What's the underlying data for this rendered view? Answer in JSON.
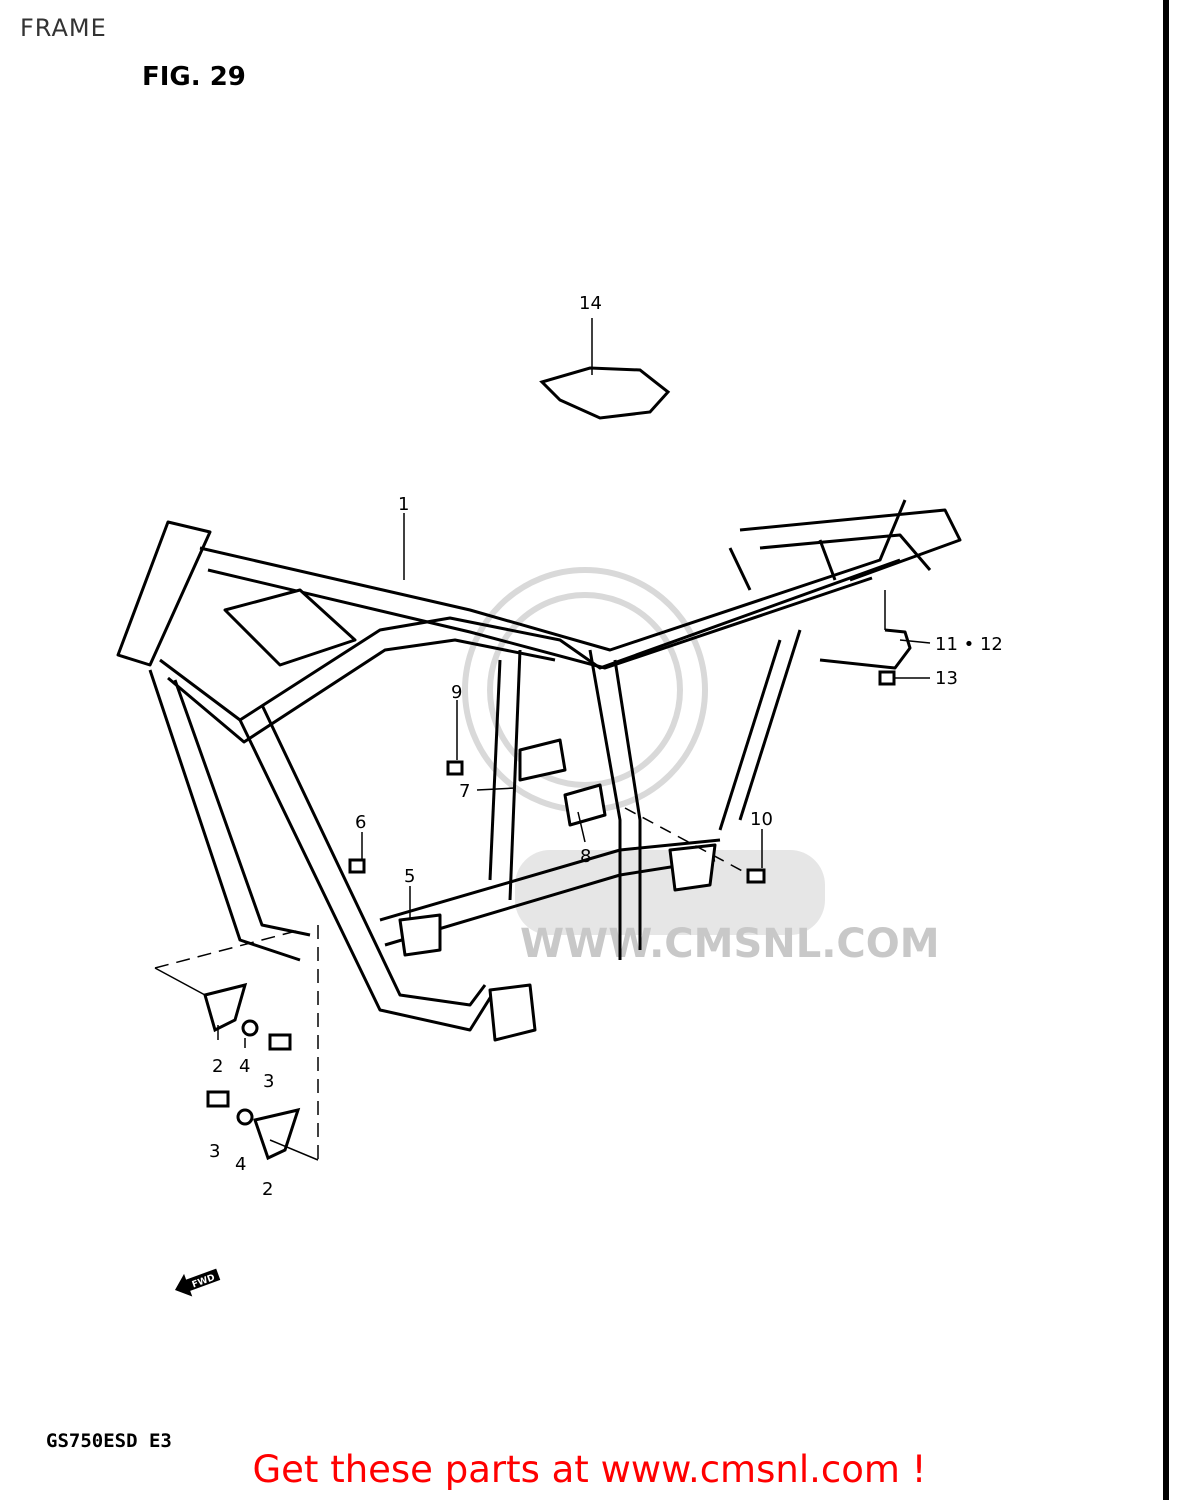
{
  "header": {
    "section_title": "FRAME"
  },
  "figure": {
    "title": "FIG. 29",
    "model_code": "GS750ESD  E3"
  },
  "watermark": {
    "text": "WWW.CMSNL.COM",
    "color": "#d7d7d7"
  },
  "fwd_arrow": {
    "label": "FWD"
  },
  "callouts": [
    {
      "id": "callout-1",
      "text": "1"
    },
    {
      "id": "callout-2a",
      "text": "2"
    },
    {
      "id": "callout-2b",
      "text": "2"
    },
    {
      "id": "callout-3a",
      "text": "3"
    },
    {
      "id": "callout-3b",
      "text": "3"
    },
    {
      "id": "callout-4a",
      "text": "4"
    },
    {
      "id": "callout-4b",
      "text": "4"
    },
    {
      "id": "callout-5",
      "text": "5"
    },
    {
      "id": "callout-6",
      "text": "6"
    },
    {
      "id": "callout-7",
      "text": "7"
    },
    {
      "id": "callout-8",
      "text": "8"
    },
    {
      "id": "callout-9",
      "text": "9"
    },
    {
      "id": "callout-10",
      "text": "10"
    },
    {
      "id": "callout-11-12",
      "text": "11 • 12"
    },
    {
      "id": "callout-13",
      "text": "13"
    },
    {
      "id": "callout-14",
      "text": "14"
    }
  ],
  "promo": {
    "text": "Get these parts at www.cmsnl.com !",
    "color": "#ff0000"
  }
}
